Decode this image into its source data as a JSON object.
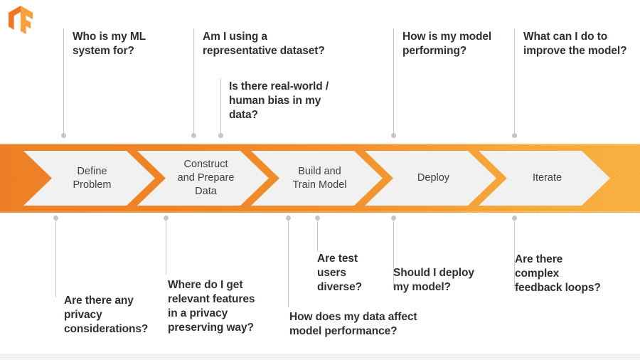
{
  "logo": {
    "name": "tensorflow-logo",
    "colors": {
      "light": "#f9a03a",
      "dark": "#ef7622"
    }
  },
  "theme": {
    "band_start": "#ee7f26",
    "band_end": "#f7b03f",
    "chevron_fill": "#f1f1f1",
    "text": "#2b3034",
    "connector": "#c9c9c9"
  },
  "pipeline": {
    "steps": [
      {
        "id": "define-problem",
        "label": "Define\nProblem"
      },
      {
        "id": "construct-prepare-data",
        "label": "Construct\nand Prepare\nData"
      },
      {
        "id": "build-train-model",
        "label": "Build and\nTrain Model"
      },
      {
        "id": "deploy",
        "label": "Deploy"
      },
      {
        "id": "iterate",
        "label": "Iterate"
      }
    ]
  },
  "questions_above": [
    {
      "id": "who-is-my-ml-system-for",
      "text": "Who is my ML\nsystem for?"
    },
    {
      "id": "am-i-using-a-representative-dataset",
      "text": "Am I using a\nrepresentative dataset?"
    },
    {
      "id": "is-there-real-world-human-bias-in-my-data",
      "text": "Is there real-world /\nhuman bias in my\ndata?"
    },
    {
      "id": "how-is-my-model-performing",
      "text": "How is my model\nperforming?"
    },
    {
      "id": "what-can-i-do-to-improve-the-model",
      "text": "What can I do to\nimprove the model?"
    }
  ],
  "questions_below": [
    {
      "id": "are-there-any-privacy-considerations",
      "text": "Are there any\nprivacy\nconsiderations?"
    },
    {
      "id": "where-do-i-get-relevant-features-in-a-privacy-preserving-way",
      "text": "Where do I get\nrelevant features\nin a privacy\npreserving way?"
    },
    {
      "id": "are-test-users-diverse",
      "text": "Are test\nusers\ndiverse?"
    },
    {
      "id": "how-does-my-data-affect-model-performance",
      "text": "How does my data affect\nmodel performance?"
    },
    {
      "id": "should-i-deploy-my-model",
      "text": "Should I deploy\nmy model?"
    },
    {
      "id": "are-there-complex-feedback-loops",
      "text": "Are there\ncomplex\nfeedback loops?"
    }
  ]
}
